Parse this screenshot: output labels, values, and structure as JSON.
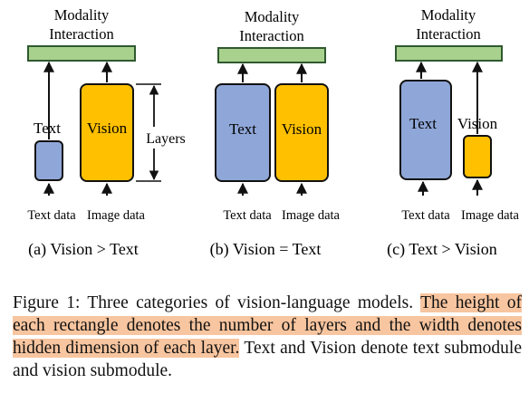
{
  "panels": [
    {
      "id": "a",
      "interaction_label_line1": "Modality",
      "interaction_label_line2": "Interaction",
      "text_label": "Text",
      "vision_label": "Vision",
      "layers_label": "Layers",
      "text_input": "Text data",
      "image_input": "Image data",
      "subtitle": "(a) Vision > Text"
    },
    {
      "id": "b",
      "interaction_label_line1": "Modality",
      "interaction_label_line2": "Interaction",
      "text_label": "Text",
      "vision_label": "Vision",
      "text_input": "Text data",
      "image_input": "Image data",
      "subtitle": "(b) Vision = Text"
    },
    {
      "id": "c",
      "interaction_label_line1": "Modality",
      "interaction_label_line2": "Interaction",
      "text_label": "Text",
      "vision_label": "Vision",
      "text_input": "Text data",
      "image_input": "Image data",
      "subtitle": "(c) Text > Vision"
    }
  ],
  "caption": {
    "prefix": "Figure 1: Three categories of vision-language models. ",
    "highlight": "The height of each rectangle denotes the number of layers and the width denotes hidden dimension of each layer.",
    "suffix": " Text and Vision denote text submodule and vision submodule."
  },
  "colors": {
    "text_box": "#8fa7d8",
    "vision_box": "#ffc000",
    "interaction_bar": "#a9d18e",
    "highlight": "#f7c59f"
  }
}
